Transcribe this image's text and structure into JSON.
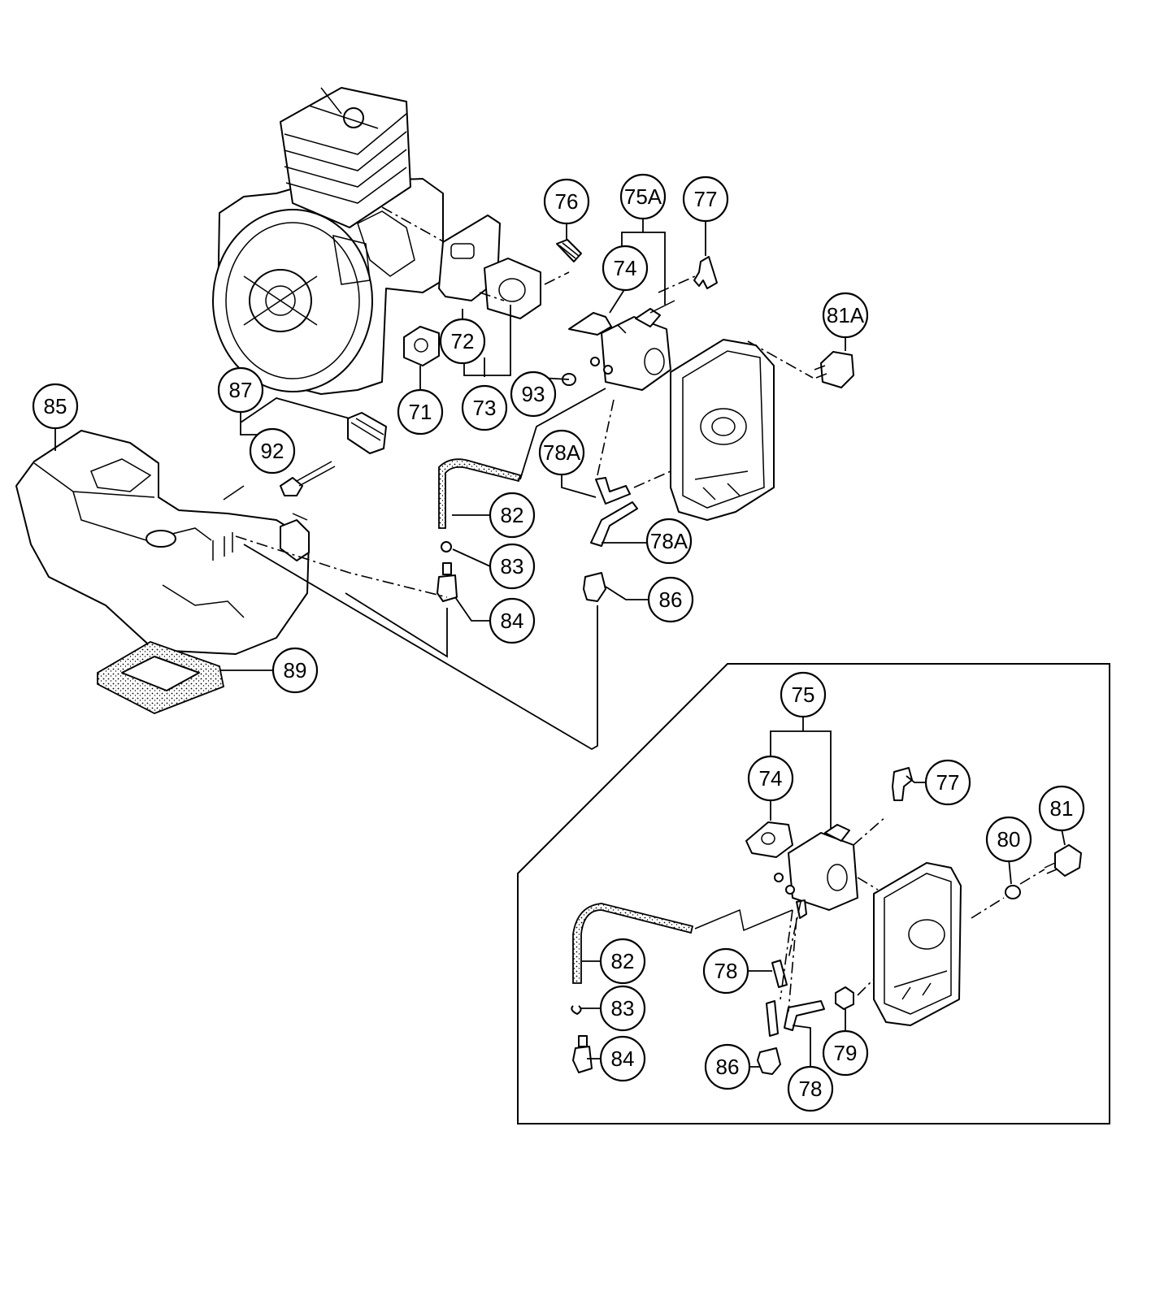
{
  "colors": {
    "ink": "#000000",
    "paper": "#ffffff"
  },
  "callouts": {
    "c71": "71",
    "c72": "72",
    "c73": "73",
    "c74_main": "74",
    "c75A": "75A",
    "c76": "76",
    "c77_main": "77",
    "c81A": "81A",
    "c93": "93",
    "c78A_upper": "78A",
    "c78A_lower": "78A",
    "c82_main": "82",
    "c83_main": "83",
    "c84_main": "84",
    "c86_main": "86",
    "c85": "85",
    "c87": "87",
    "c92": "92",
    "c89": "89",
    "c75": "75",
    "c74_inset": "74",
    "c77_inset": "77",
    "c80": "80",
    "c81": "81",
    "c82_inset": "82",
    "c83_inset": "83",
    "c84_inset": "84",
    "c78_upper": "78",
    "c78_lower": "78",
    "c86_inset": "86",
    "c79": "79"
  }
}
